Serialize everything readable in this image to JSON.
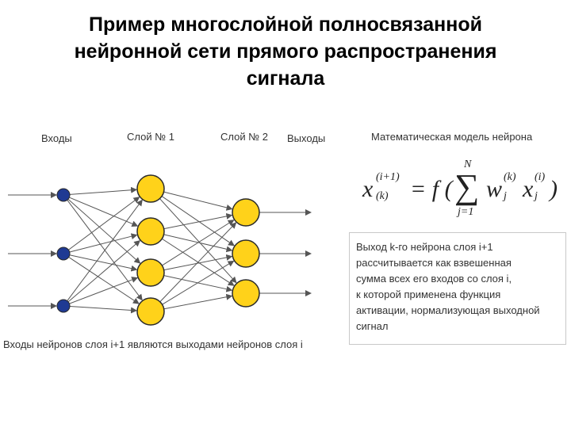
{
  "title": {
    "line1": "Пример многослойной полносвязанной",
    "line2": "нейронной сети прямого распространения",
    "line3": "сигнала"
  },
  "diagram": {
    "labels": {
      "inputs": "Входы",
      "layer1": "Слой № 1",
      "layer2": "Слой № 2",
      "outputs": "Выходы"
    },
    "layers": [
      3,
      4,
      3
    ],
    "colors": {
      "input_node": "#1f3a93",
      "hidden_node": "#ffd21a",
      "node_stroke": "#2a2a2a",
      "edge": "#555555"
    },
    "note": "Входы нейронов слоя i+1 являются выходами нейронов слоя i"
  },
  "math_model": {
    "heading": "Математическая модель нейрона",
    "formula": {
      "x": "x",
      "sup": "(i+1)",
      "sub": "(k)",
      "equals": "= f (",
      "sigma": "∑",
      "upper": "N",
      "lower": "j=1",
      "w": "w",
      "w_sup": "(k)",
      "w_sub": "j",
      "x2": "x",
      "x2_sup": "(i)",
      "x2_sub": "j",
      "close": ")"
    },
    "description": [
      "Выход k-го нейрона слоя i+1",
      "рассчитывается как взвешенная",
      "сумма всех его входов со слоя i,",
      "к которой применена функция",
      "активации, нормализующая выходной",
      "сигнал"
    ]
  }
}
